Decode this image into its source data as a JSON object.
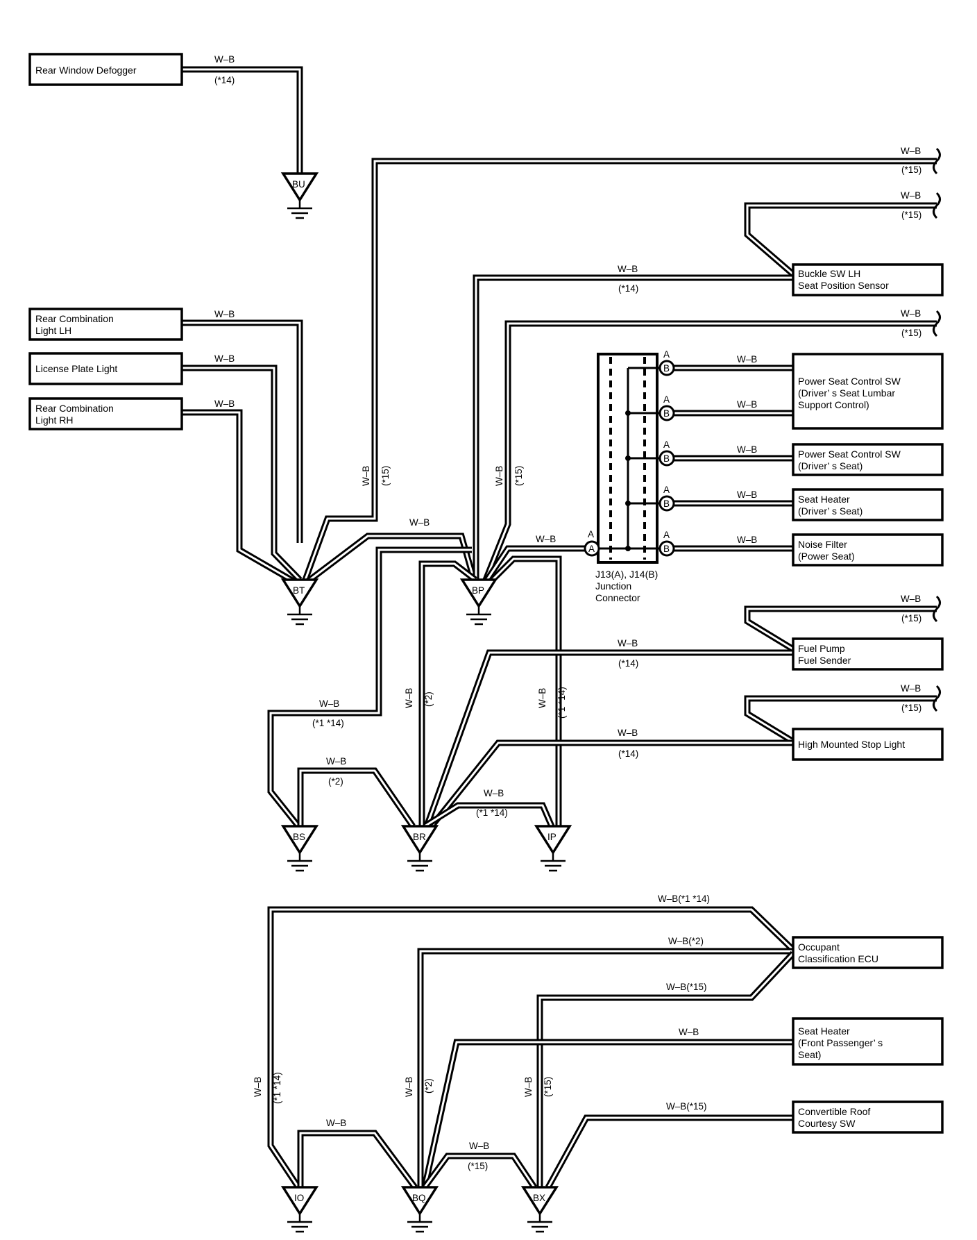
{
  "components": {
    "rear_window_defogger": "Rear Window Defogger",
    "rear_comb_lh": [
      "Rear Combination",
      "Light LH"
    ],
    "license_plate": "License Plate Light",
    "rear_comb_rh": [
      "Rear Combination",
      "Light RH"
    ],
    "buckle_sw": [
      "Buckle SW LH",
      "Seat Position Sensor"
    ],
    "power_seat_lumbar": [
      "Power Seat Control SW",
      "(Driver’ s Seat Lumbar",
      "Support Control)"
    ],
    "power_seat_driver": [
      "Power Seat Control SW",
      "(Driver’ s Seat)"
    ],
    "seat_heater_driver": [
      "Seat Heater",
      "(Driver’ s Seat)"
    ],
    "noise_filter": [
      "Noise Filter",
      "(Power Seat)"
    ],
    "fuel_pump": [
      "Fuel Pump",
      "Fuel Sender"
    ],
    "high_stop": "High Mounted Stop Light",
    "occupant_ecu": [
      "Occupant",
      "Classification ECU"
    ],
    "seat_heater_pass": [
      "Seat Heater",
      "(Front Passenger’ s",
      " Seat)"
    ],
    "convertible_sw": [
      "Convertible Roof",
      "Courtesy SW"
    ]
  },
  "junction": {
    "label": [
      "J13(A), J14(B)",
      "Junction",
      "Connector"
    ],
    "pin_a": "A",
    "pin_b": "B"
  },
  "grounds": {
    "bu": "BU",
    "bt": "BT",
    "bp": "BP",
    "bs": "BS",
    "br": "BR",
    "ip": "IP",
    "io": "IO",
    "bq": "BQ",
    "bx": "BX"
  },
  "wire": {
    "color": "W–B",
    "n14": "(*14)",
    "n15": "(*15)",
    "n2": "(*2)",
    "n1_14": "(*1 *14)",
    "wb_1_14": "W–B(*1 *14)",
    "wb_2": "W–B(*2)",
    "wb_15": "W–B(*15)"
  },
  "colors": {
    "line": "#000000",
    "background": "#ffffff"
  }
}
